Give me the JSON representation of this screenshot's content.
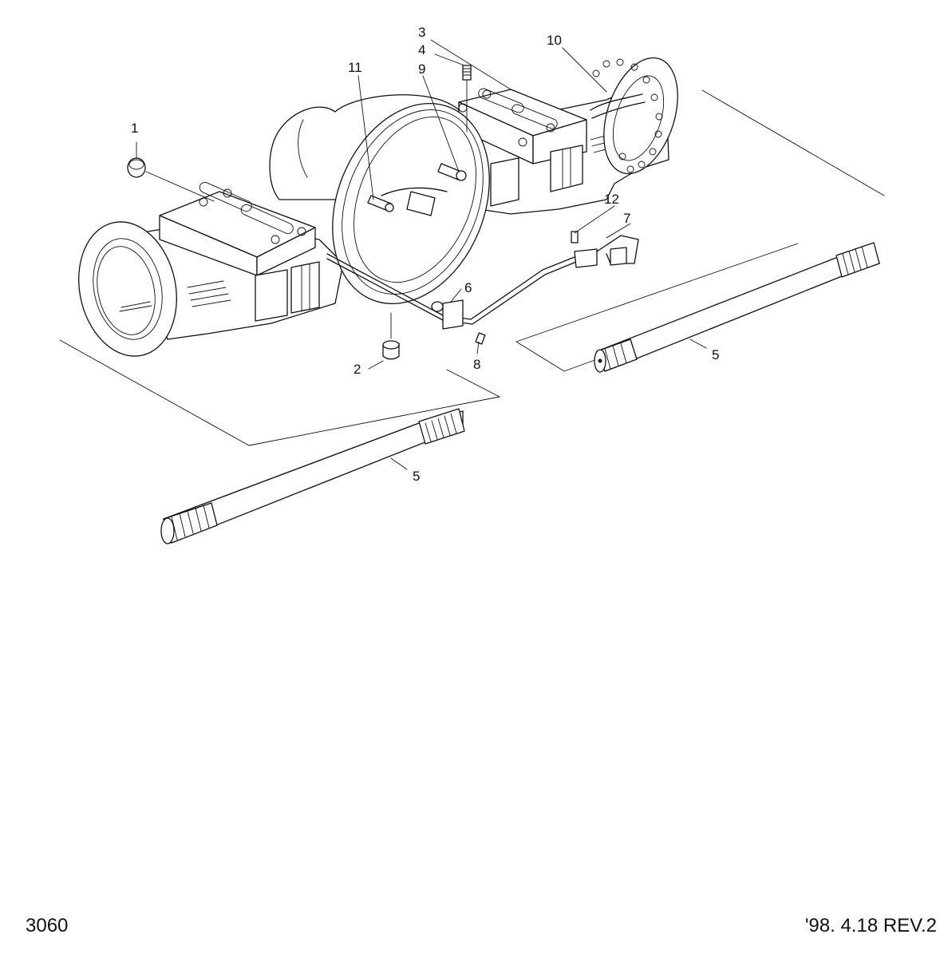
{
  "callouts": [
    {
      "id": "c1",
      "label": "1"
    },
    {
      "id": "c2",
      "label": "2"
    },
    {
      "id": "c3",
      "label": "3"
    },
    {
      "id": "c4",
      "label": "4"
    },
    {
      "id": "c5a",
      "label": "5"
    },
    {
      "id": "c5b",
      "label": "5"
    },
    {
      "id": "c6",
      "label": "6"
    },
    {
      "id": "c7",
      "label": "7"
    },
    {
      "id": "c8",
      "label": "8"
    },
    {
      "id": "c9",
      "label": "9"
    },
    {
      "id": "c10",
      "label": "10"
    },
    {
      "id": "c11",
      "label": "11"
    },
    {
      "id": "c12",
      "label": "12"
    }
  ],
  "footer": {
    "drawing_number": "3060",
    "revision": "'98. 4.18  REV.2"
  }
}
